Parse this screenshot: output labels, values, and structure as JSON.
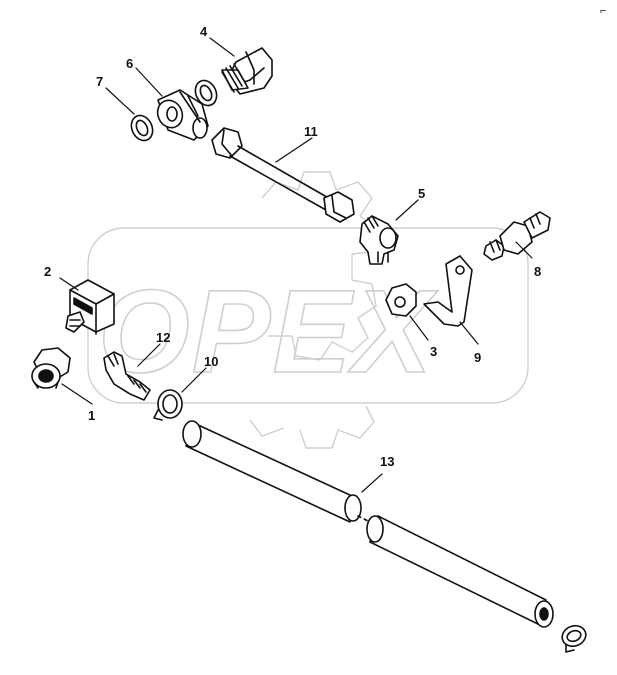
{
  "watermark": {
    "text": "OPEX"
  },
  "corner_mark": "⌐",
  "callouts": [
    {
      "id": "1",
      "label": "1"
    },
    {
      "id": "2",
      "label": "2"
    },
    {
      "id": "3",
      "label": "3"
    },
    {
      "id": "4",
      "label": "4"
    },
    {
      "id": "5",
      "label": "5"
    },
    {
      "id": "6",
      "label": "6"
    },
    {
      "id": "7",
      "label": "7"
    },
    {
      "id": "8",
      "label": "8"
    },
    {
      "id": "9",
      "label": "9"
    },
    {
      "id": "10",
      "label": "10"
    },
    {
      "id": "11",
      "label": "11"
    },
    {
      "id": "12",
      "label": "12"
    },
    {
      "id": "13",
      "label": "13"
    }
  ]
}
